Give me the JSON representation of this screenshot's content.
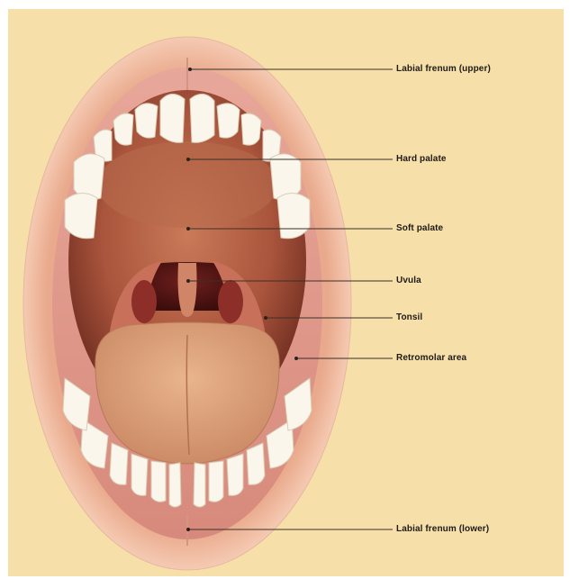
{
  "labels": [
    {
      "id": "labial-frenum-upper",
      "text": "Labial frenum (upper)"
    },
    {
      "id": "hard-palate",
      "text": "Hard palate"
    },
    {
      "id": "soft-palate",
      "text": "Soft palate"
    },
    {
      "id": "uvula",
      "text": "Uvula"
    },
    {
      "id": "tonsil",
      "text": "Tonsil"
    },
    {
      "id": "retromolar-area",
      "text": "Retromolar area"
    },
    {
      "id": "labial-frenum-lower",
      "text": "Labial frenum (lower)"
    }
  ],
  "colors": {
    "background": "#f6dfa9",
    "lip": "#f3c3a9",
    "oral_cavity": "#b5654a",
    "tongue": "#dfa47c",
    "tooth": "#faf6ec",
    "leader_line": "#3a3028"
  }
}
